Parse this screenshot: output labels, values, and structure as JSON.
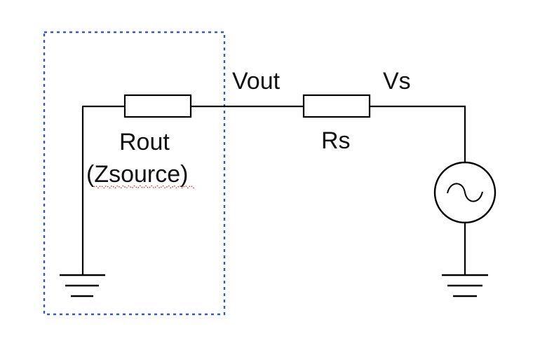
{
  "labels": {
    "vout": "Vout",
    "vs": "Vs",
    "rs": "Rs",
    "rout": "Rout",
    "zsource": "(Zsource)"
  },
  "colors": {
    "wire": "#000000",
    "source_boundary": "#2f5fb0",
    "spellcheck_underline": "#d0342c"
  },
  "icons": {
    "ac_source": "ac-source-icon",
    "ground": "ground-icon"
  }
}
